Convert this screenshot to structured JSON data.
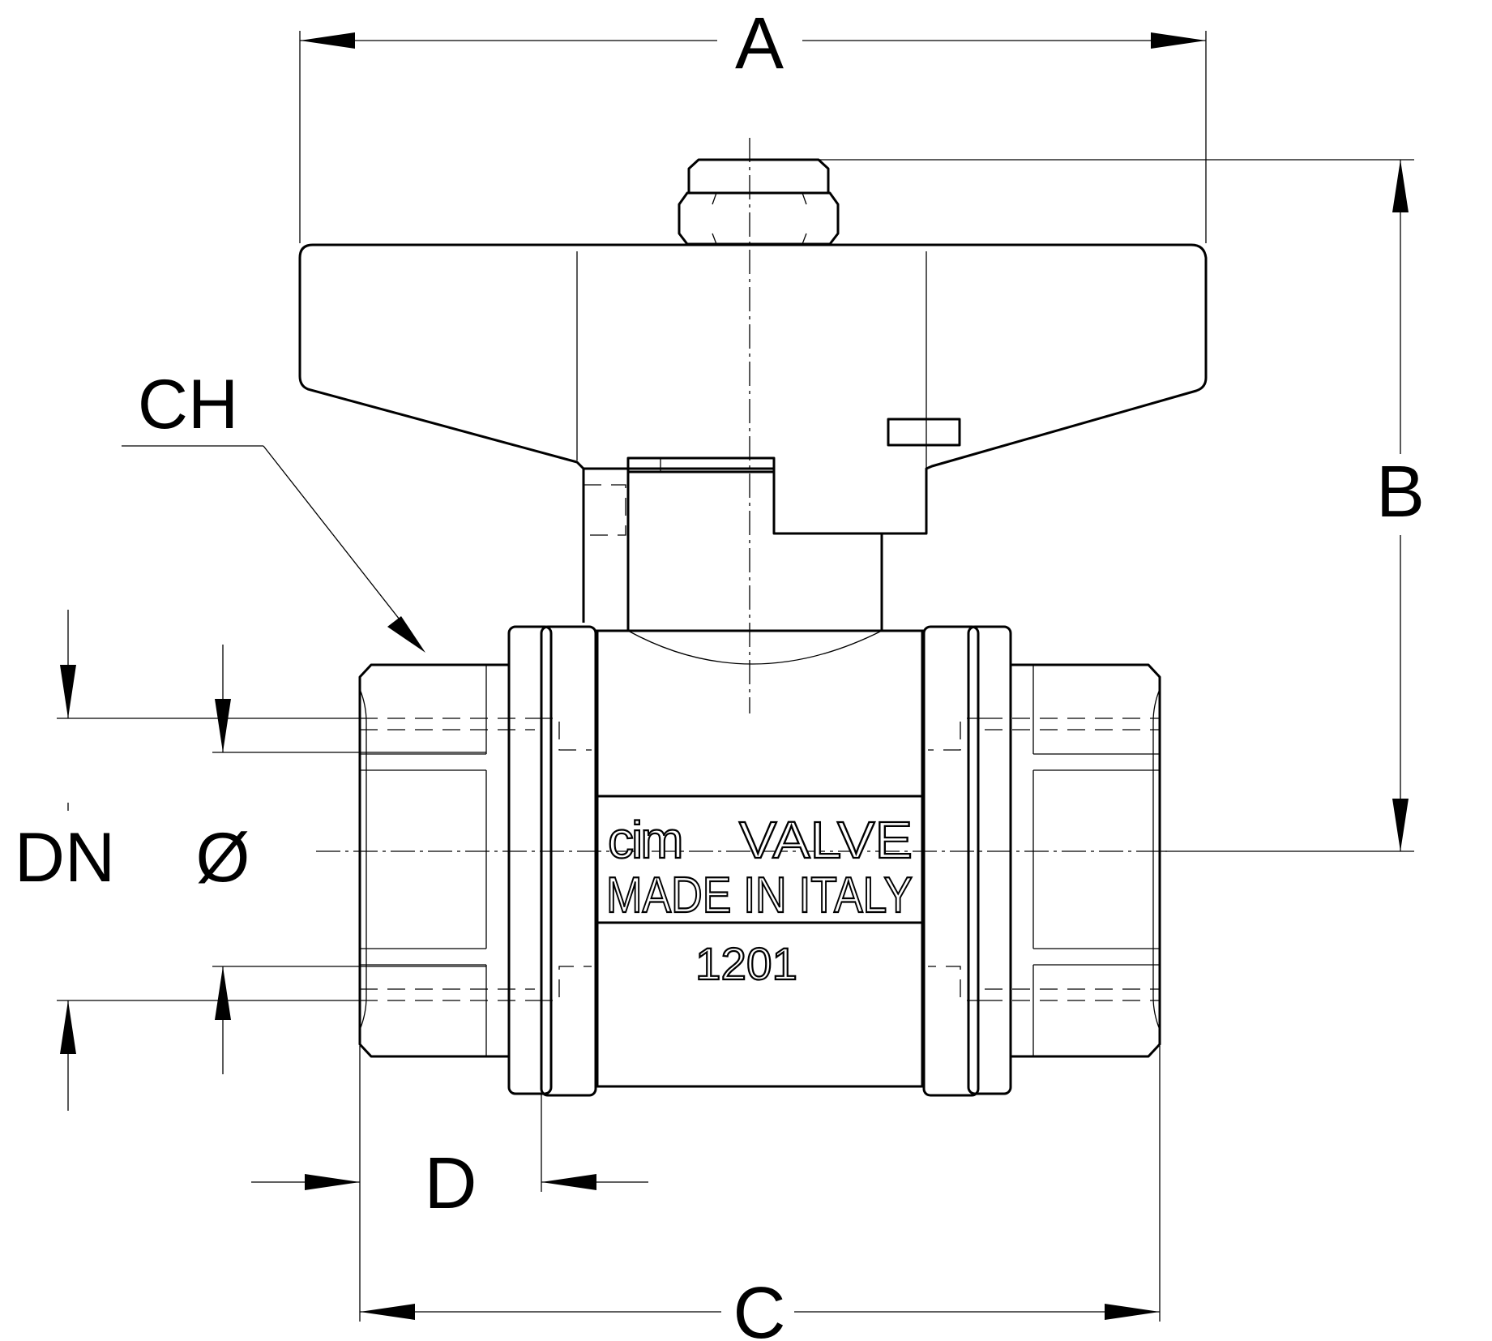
{
  "dimensions": {
    "A": "A",
    "B": "B",
    "C": "C",
    "D": "D",
    "CH": "CH",
    "DN": "DN",
    "diameter": "Ø"
  },
  "body_marking": {
    "brand": "cim",
    "model": "VALVE",
    "origin": "MADE IN ITALY",
    "code": "1201"
  }
}
